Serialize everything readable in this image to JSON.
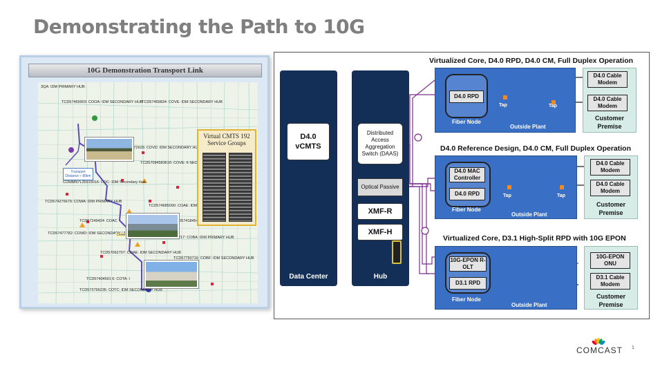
{
  "slide": {
    "title": "Demonstrating the Path to 10G",
    "page_number": "1"
  },
  "map": {
    "header": "10G Demonstration Transport Link",
    "vcmts_title": "Virtual CMTS 192 Service Groups",
    "transport_tag": "Transport Distance ≈ 80km",
    "downtown": "Downtown Denver",
    "labels": [
      "3QA: IDM PRIMARY HUB",
      "TCD57469903: COOA: IDM SECONDARY HUB",
      "TCD57469834: COVE: IDM SECONDARY HUB",
      "TCD57972628: COVD: IDM SECONDARY HUB",
      "TCD57084583616: COVE: II SECONDARY HUB",
      "COMMN7L35915016: COC: IDM Secondary Hub",
      "TCD574276679: COWA: IDM PRIMARY HUB",
      "TCD574685090: COAE: IDM SECONDARY HUB",
      "TCD57249424: COAC",
      "TCD574184549: COBB: IDM SECONDARY HUB",
      "TCD57477782: COWD: IDM SECONDARY HUB",
      "TS217: COBA: IDM PRIMARY HUB",
      "TCD57062707: COAE: IDM SECONDARY HUB",
      "TCD57750716: COBF: IDM SECONDARY HUB",
      "TCD57404591 6: COTA: I",
      "TCD573796235: COTC: IDM SECONDARY HUB"
    ]
  },
  "diagram": {
    "data_center": {
      "label": "Data Center",
      "vcmts": "D4.0 vCMTS"
    },
    "hub": {
      "label": "Hub",
      "daas": "Distributed Access Aggregation Switch (DAAS)",
      "optical_passive": "Optical Passive",
      "xmf_r": "XMF-R",
      "xmf_h": "XMF-H"
    },
    "scenarios": [
      {
        "title": "Virtualized  Core, D4.0 RPD, D4.0 CM, Full Duplex Operation",
        "node_boxes": [
          "D4.0 RPD"
        ],
        "fiber_node": "Fiber Node",
        "outside_plant": "Outside Plant",
        "taps": [
          "Tap",
          "Tap"
        ],
        "premise_boxes": [
          "D4.0 Cable Modem",
          "D4.0 Cable Modem"
        ],
        "premise_label": "Customer Premise"
      },
      {
        "title": "D4.0 Reference Design, D4.0 CM, Full Duplex Operation",
        "node_boxes": [
          "D4.0 MAC Controller",
          "D4.0 RPD"
        ],
        "fiber_node": "Fiber Node",
        "outside_plant": "Outside Plant",
        "taps": [
          "Tap",
          "Tap"
        ],
        "premise_boxes": [
          "D4.0 Cable Modem",
          "D4.0 Cable Modem"
        ],
        "premise_label": "Customer Premise"
      },
      {
        "title": "Virtualized  Core, D3.1 High-Split  RPD with 10G EPON",
        "node_boxes": [
          "10G-EPON R-OLT",
          "D3.1 RPD"
        ],
        "fiber_node": "Fiber Node",
        "outside_plant": "Outside Plant",
        "taps": [],
        "premise_boxes": [
          "10G-EPON ONU",
          "D3.1 Cable Modem"
        ],
        "premise_label": "Customer Premise"
      }
    ]
  },
  "logo": {
    "text": "COMCAST"
  },
  "colors": {
    "navy": "#132f57",
    "plant_blue": "#3a6fc6",
    "premise_green": "#d7ece6",
    "fiber_purple": "#7a2d8e",
    "tap_orange": "#f08a24",
    "title_gray": "#7f7f7f"
  }
}
